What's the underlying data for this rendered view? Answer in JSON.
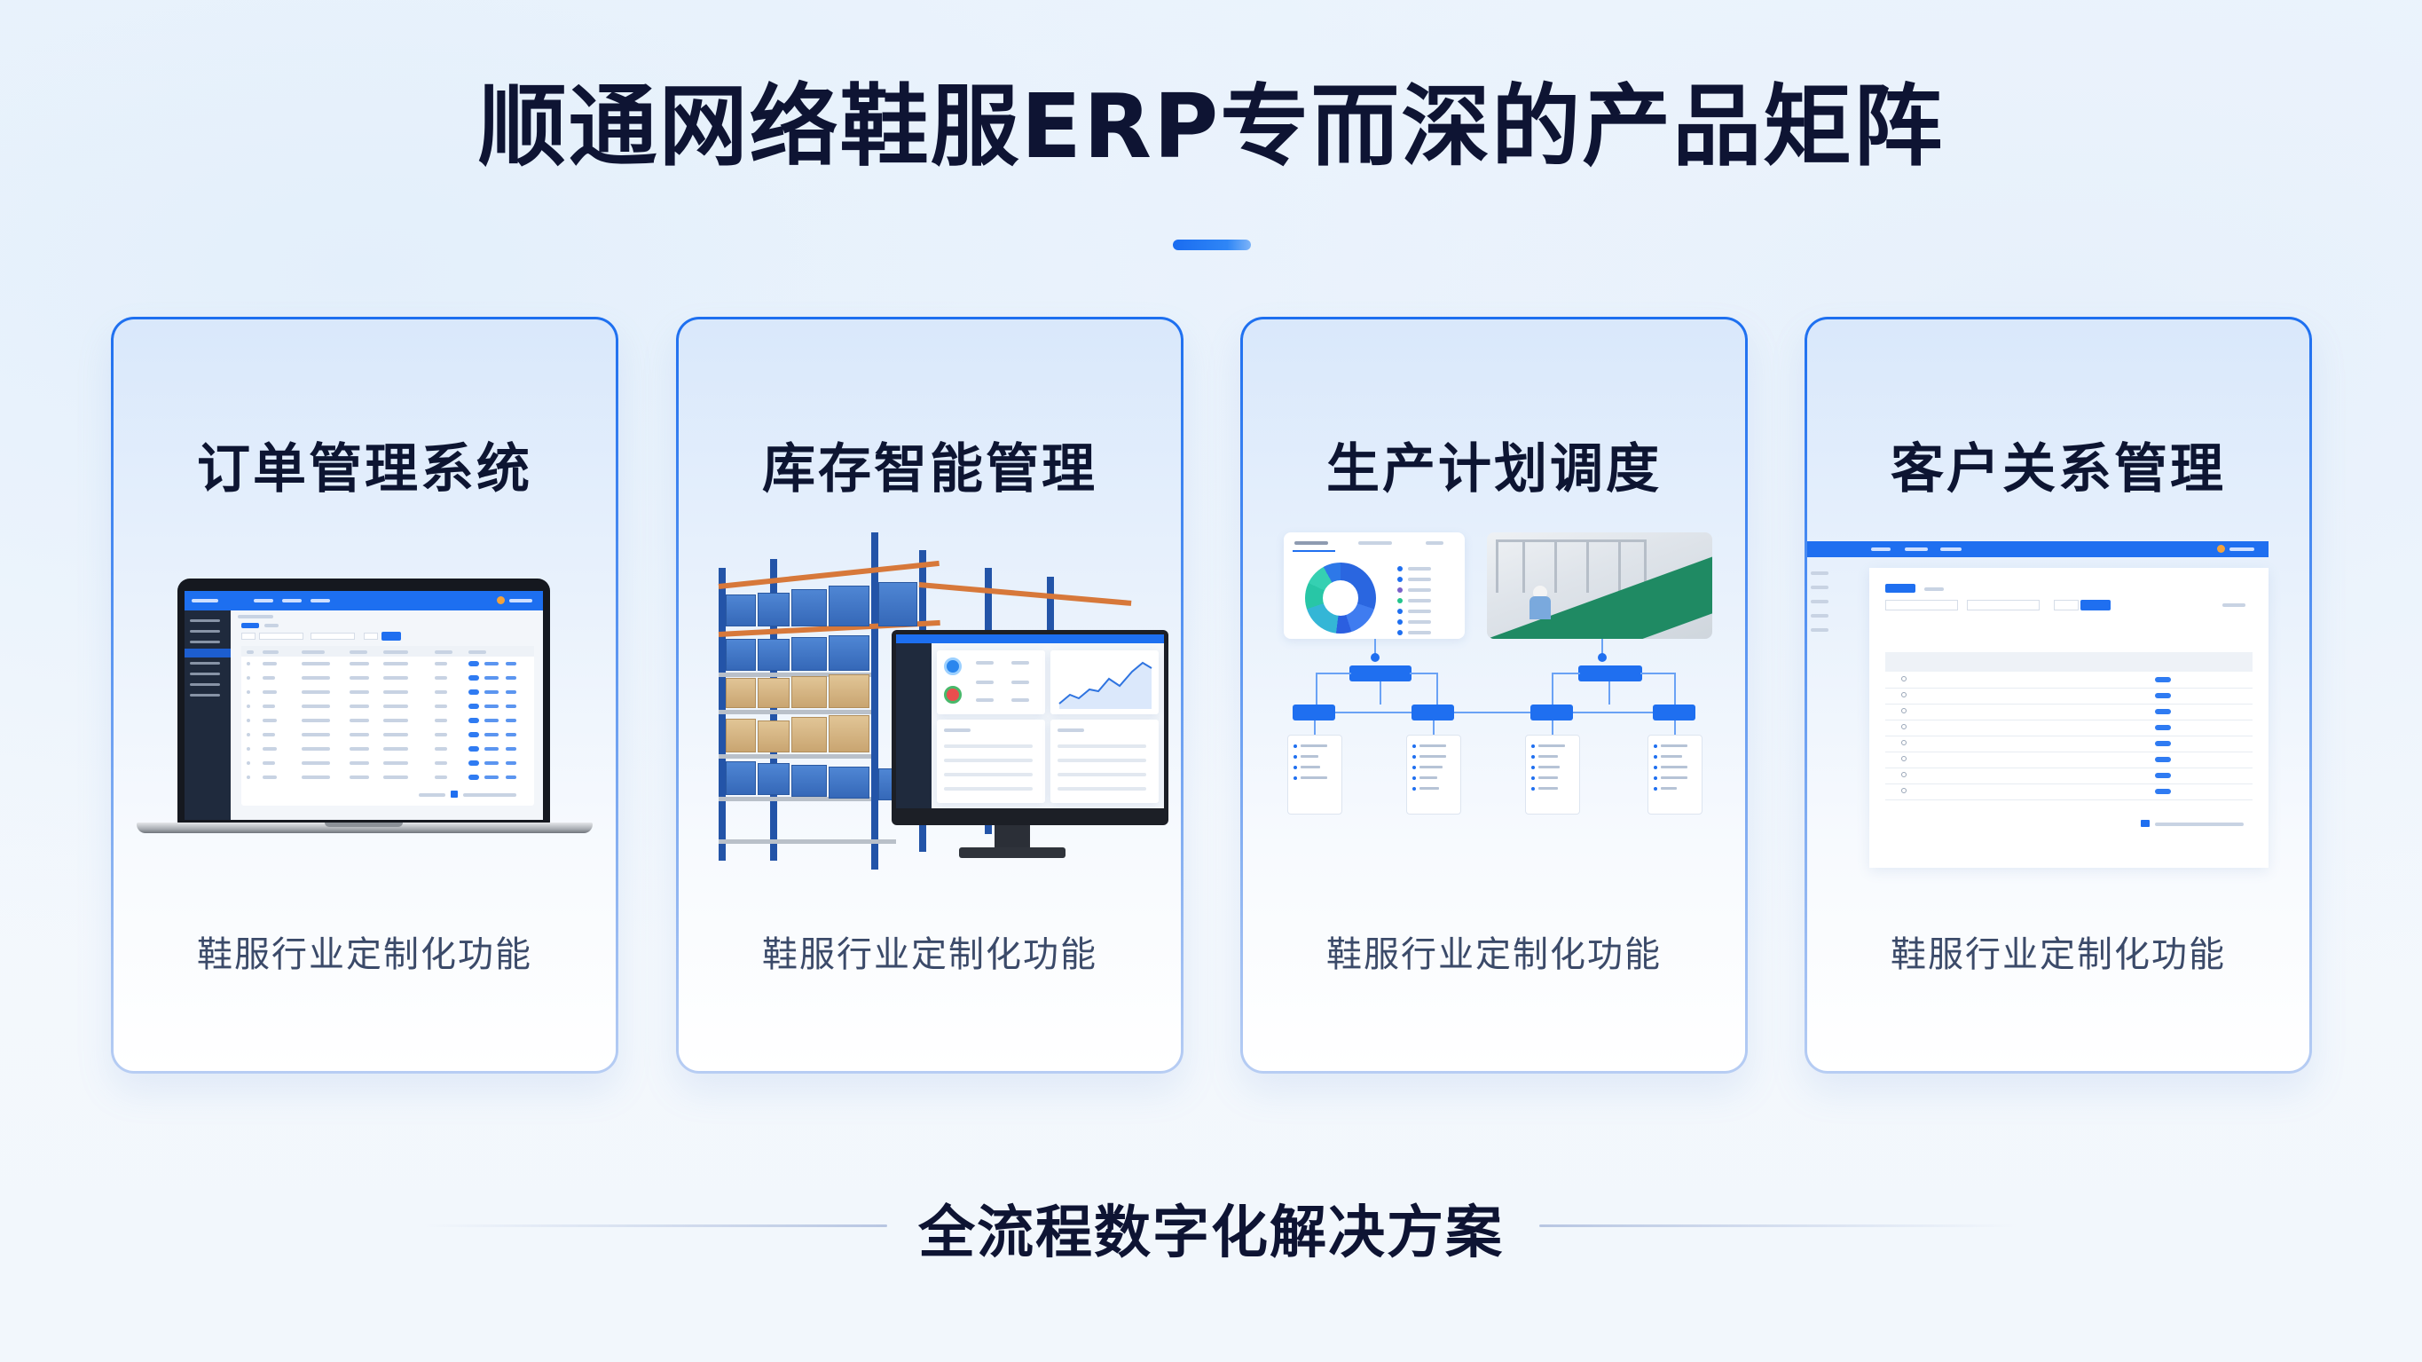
{
  "header": {
    "title": "顺通网络鞋服ERP专而深的产品矩阵"
  },
  "colors": {
    "accent": "#1f6ff0",
    "title_text": "#0e1433",
    "subtitle_text": "#3b4a69",
    "card_border_top": "#1d6ff0",
    "card_border_bottom": "#b7cdf3"
  },
  "cards": [
    {
      "title": "订单管理系统",
      "subtitle": "鞋服行业定制化功能",
      "illustration": "laptop-order-table"
    },
    {
      "title": "库存智能管理",
      "subtitle": "鞋服行业定制化功能",
      "illustration": "warehouse-rack-with-monitor-dashboard"
    },
    {
      "title": "生产计划调度",
      "subtitle": "鞋服行业定制化功能",
      "illustration": "donut-chart-conveyor-photo-flowchart"
    },
    {
      "title": "客户关系管理",
      "subtitle": "鞋服行业定制化功能",
      "illustration": "crm-customer-table"
    }
  ],
  "footer": {
    "tagline": "全流程数字化解决方案"
  }
}
